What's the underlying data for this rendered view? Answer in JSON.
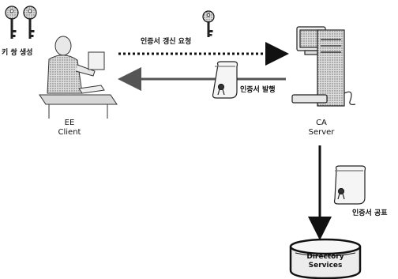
{
  "labels": {
    "key_generation": "키 쌍 생성",
    "renew_request": "인증서 갱신 요청",
    "issue_cert": "인증서 발행",
    "publish_cert": "인증서 공표"
  },
  "nodes": {
    "ee_line1": "EE",
    "ee_line2": "Client",
    "ca_line1": "CA",
    "ca_line2": "Server",
    "dir_line1": "Directory",
    "dir_line2": "Services"
  },
  "colors": {
    "ink": "#111111",
    "arrow_gray": "#555555",
    "figure_gray": "#9a9a9a"
  }
}
